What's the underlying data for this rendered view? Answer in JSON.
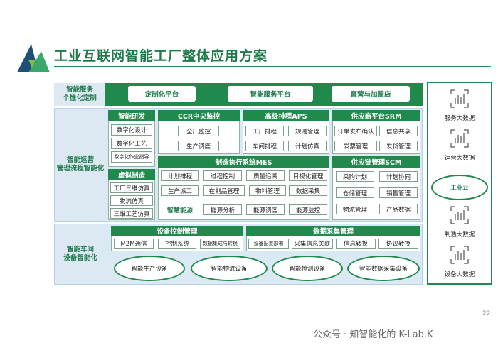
{
  "title": "工业互联网智能工厂整体应用方案",
  "rows": {
    "service": {
      "label": "智能服务\n个性化定制",
      "items": [
        "定制化平台",
        "智能服务平台",
        "直营与加盟店"
      ]
    },
    "operation": {
      "label": "智能运营\n管理流程智能化"
    },
    "workshop": {
      "label": "智能车间\n设备智能化"
    }
  },
  "rd": {
    "title": "智能研发",
    "items": [
      "数字化设计",
      "数字化工艺",
      "数字化作业指导"
    ]
  },
  "virtual": {
    "title": "虚拟制造",
    "items": [
      "工厂三维仿真",
      "物流仿真",
      "三维工艺仿真"
    ]
  },
  "ccr": {
    "title": "CCR中央监控",
    "items": [
      "全厂监控",
      "生产调度"
    ]
  },
  "aps": {
    "title": "高级排程APS",
    "items": [
      "工厂排程",
      "规则管理",
      "车间排程",
      "计划仿真"
    ]
  },
  "srm": {
    "title": "供应商平台SRM",
    "items": [
      "订单发布确认",
      "信息共享",
      "发票管理",
      "发货管理"
    ]
  },
  "mes": {
    "title": "制造执行系统MES",
    "items": [
      "计划排程",
      "过程控制",
      "质量追溯",
      "目视化管理",
      "生产派工",
      "在制品管理",
      "物料管理",
      "数据采集"
    ]
  },
  "energy": {
    "title": "智慧能源",
    "items": [
      "能源分析",
      "能源调度",
      "能源监控"
    ]
  },
  "scm": {
    "title": "供应链管理SCM",
    "items": [
      "采购计划",
      "计划协同",
      "仓储管理",
      "销售管理",
      "物流管理",
      "产品数据"
    ]
  },
  "device": {
    "title": "设备控制管理",
    "items": [
      "M2M通信",
      "控制系统",
      "数据集成与转换"
    ]
  },
  "collect": {
    "title": "数据采集管理",
    "items": [
      "设备配置部署",
      "采集信息关联",
      "信息转换",
      "协议转换"
    ]
  },
  "smart_equipment": [
    "智能生产设备",
    "智能物流设备",
    "智能检测设备",
    "智能数据采集设备"
  ],
  "bigdata": {
    "items": [
      "服务大数据",
      "运营大数据",
      "制造大数据",
      "设备大数据"
    ],
    "cloud": "工业云"
  },
  "page_number": "22",
  "watermark": "公众号 · 知智能化的 K-Lab.K"
}
